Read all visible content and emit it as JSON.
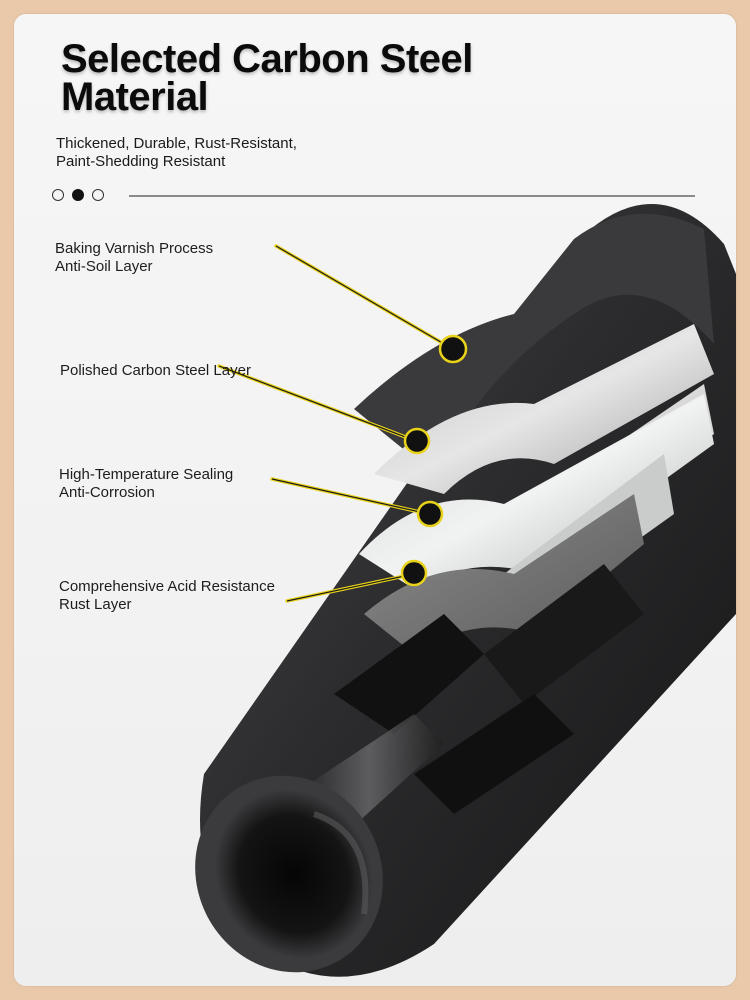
{
  "title": "Selected Carbon Steel Material",
  "subtitle": {
    "line1": "Thickened, Durable, Rust-Resistant,",
    "line2": "Paint-Shedding Resistant"
  },
  "pager": {
    "count": 3,
    "active_index": 1
  },
  "callouts": [
    {
      "line1": "Baking Varnish Process",
      "line2": "Anti-Soil Layer"
    },
    {
      "line1": "Polished Carbon Steel Layer",
      "line2": ""
    },
    {
      "line1": "High-Temperature Sealing",
      "line2": "Anti-Corrosion"
    },
    {
      "line1": "Comprehensive Acid Resistance",
      "line2": "Rust Layer"
    }
  ],
  "colors": {
    "page_background": "#e9c9a9",
    "card_background": "#f4f4f4",
    "tube_dark": "#2b2b2d",
    "leader_line": "#e8d21a"
  }
}
